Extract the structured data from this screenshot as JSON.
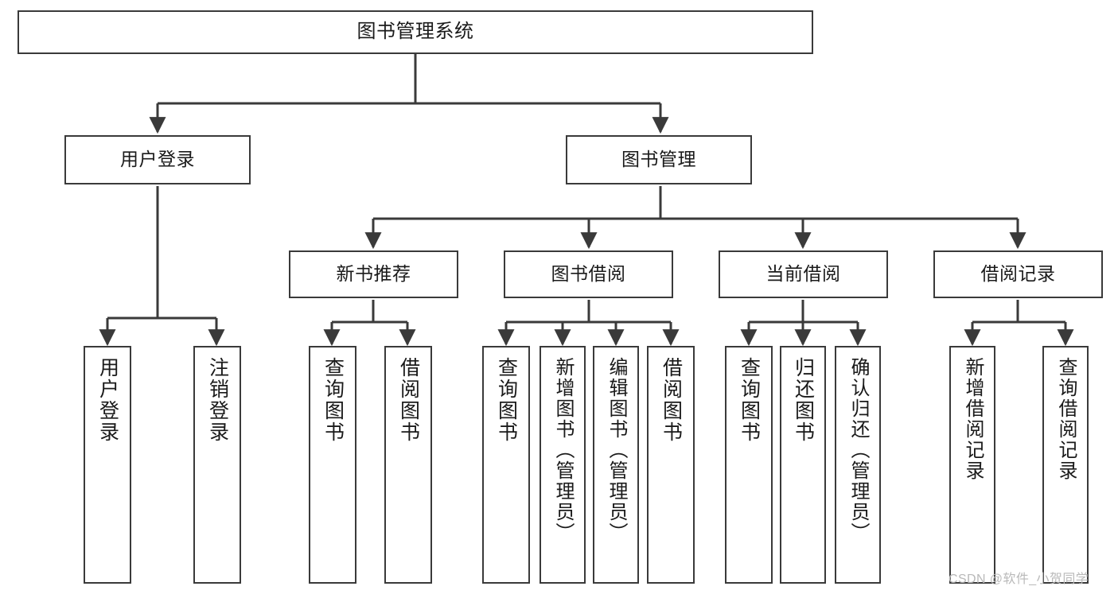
{
  "diagram": {
    "type": "hierarchy-tree",
    "title_node": {
      "label": "图书管理系统"
    },
    "level2": [
      {
        "id": "user-login",
        "label": "用户登录"
      },
      {
        "id": "book-management",
        "label": "图书管理"
      }
    ],
    "level3": [
      {
        "id": "new-book-recommend",
        "label": "新书推荐"
      },
      {
        "id": "book-borrow",
        "label": "图书借阅"
      },
      {
        "id": "current-borrow",
        "label": "当前借阅"
      },
      {
        "id": "borrow-record",
        "label": "借阅记录"
      }
    ],
    "leaves": [
      {
        "id": "leaf-user-login",
        "label": "用户登录",
        "parent": "user-login"
      },
      {
        "id": "leaf-logout",
        "label": "注销登录",
        "parent": "user-login"
      },
      {
        "id": "leaf-query-book-1",
        "label": "查询图书",
        "parent": "new-book-recommend"
      },
      {
        "id": "leaf-borrow-book-1",
        "label": "借阅图书",
        "parent": "new-book-recommend"
      },
      {
        "id": "leaf-query-book-2",
        "label": "查询图书",
        "parent": "book-borrow"
      },
      {
        "id": "leaf-add-book",
        "label": "新增图书（管理员）",
        "parent": "book-borrow"
      },
      {
        "id": "leaf-edit-book",
        "label": "编辑图书（管理员）",
        "parent": "book-borrow"
      },
      {
        "id": "leaf-borrow-book-2",
        "label": "借阅图书",
        "parent": "book-borrow"
      },
      {
        "id": "leaf-query-book-3",
        "label": "查询图书",
        "parent": "current-borrow"
      },
      {
        "id": "leaf-return-book",
        "label": "归还图书",
        "parent": "current-borrow"
      },
      {
        "id": "leaf-confirm-return",
        "label": "确认归还（管理员）",
        "parent": "current-borrow"
      },
      {
        "id": "leaf-add-record",
        "label": "新增借阅记录",
        "parent": "borrow-record"
      },
      {
        "id": "leaf-query-record",
        "label": "查询借阅记录",
        "parent": "borrow-record"
      }
    ],
    "watermark": "CSDN @软件_小贺同学",
    "colors": {
      "stroke": "#3a3a3a",
      "fill": "#ffffff",
      "text": "#1a1a1a",
      "watermark": "#b9b9b9"
    }
  }
}
